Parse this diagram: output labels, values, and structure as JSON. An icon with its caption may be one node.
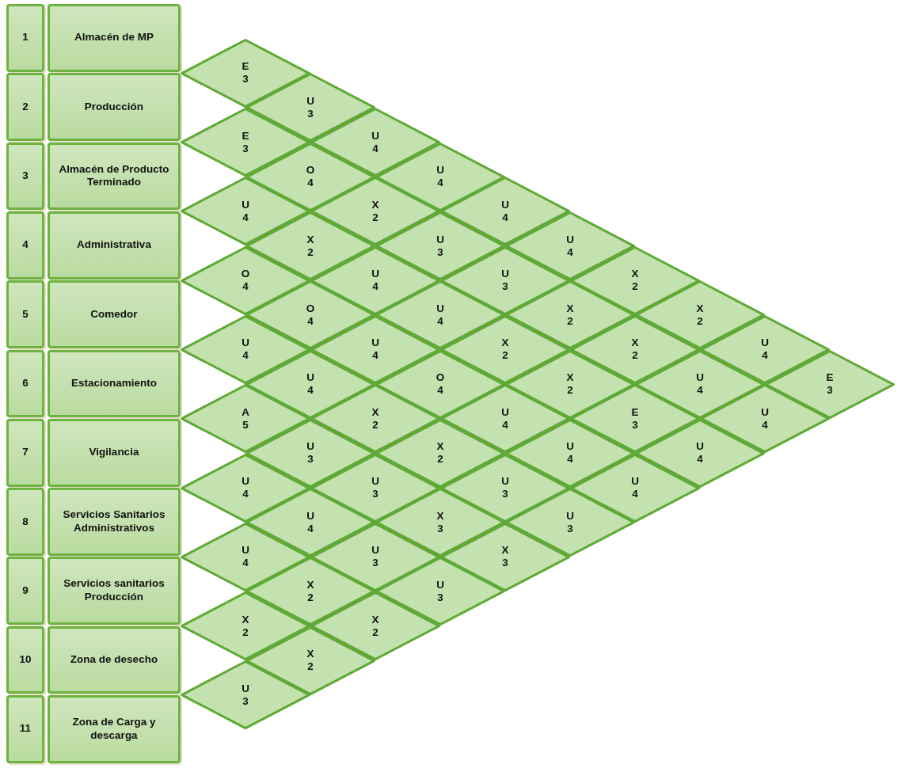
{
  "diagram": {
    "nodes": [
      {
        "text": [
          "1"
        ]
      },
      {
        "text": [
          "Almacén de MP"
        ]
      },
      {
        "text": [
          "2"
        ]
      },
      {
        "text": [
          "Producción"
        ]
      },
      {
        "text": [
          "3"
        ]
      },
      {
        "text": [
          "Almacén de Producto Terminado"
        ]
      },
      {
        "text": [
          "4"
        ]
      },
      {
        "text": [
          "Administrativa"
        ]
      },
      {
        "text": [
          "5"
        ]
      },
      {
        "text": [
          "Comedor"
        ]
      },
      {
        "text": [
          "6"
        ]
      },
      {
        "text": [
          "Estacionamiento"
        ]
      },
      {
        "text": [
          "7"
        ]
      },
      {
        "text": [
          "Vigilancia"
        ]
      },
      {
        "text": [
          "8"
        ]
      },
      {
        "text": [
          "Servicios Sanitarios Administrativos"
        ]
      },
      {
        "text": [
          "9"
        ]
      },
      {
        "text": [
          "Servicios sanitarios Producción"
        ]
      },
      {
        "text": [
          "10"
        ]
      },
      {
        "text": [
          "Zona de desecho"
        ]
      },
      {
        "text": [
          "11"
        ]
      },
      {
        "text": [
          "Zona de Carga y descarga"
        ]
      },
      {
        "text": [
          "E",
          "3"
        ]
      },
      {
        "text": [
          "U",
          "3"
        ]
      },
      {
        "text": [
          "E",
          "3"
        ]
      },
      {
        "text": [
          "U",
          "4"
        ]
      },
      {
        "text": [
          "O",
          "4"
        ]
      },
      {
        "text": [
          "U",
          "4"
        ]
      },
      {
        "text": [
          "U",
          "4"
        ]
      },
      {
        "text": [
          "X",
          "2"
        ]
      },
      {
        "text": [
          "U",
          "4"
        ]
      },
      {
        "text": [
          "X",
          "2"
        ]
      },
      {
        "text": [
          "U",
          "3"
        ]
      },
      {
        "text": [
          "U",
          "4"
        ]
      },
      {
        "text": [
          "O",
          "4"
        ]
      },
      {
        "text": [
          "U",
          "4"
        ]
      },
      {
        "text": [
          "U",
          "3"
        ]
      },
      {
        "text": [
          "X",
          "2"
        ]
      },
      {
        "text": [
          "O",
          "4"
        ]
      },
      {
        "text": [
          "U",
          "4"
        ]
      },
      {
        "text": [
          "X",
          "2"
        ]
      },
      {
        "text": [
          "X",
          "2"
        ]
      },
      {
        "text": [
          "U",
          "4"
        ]
      },
      {
        "text": [
          "U",
          "4"
        ]
      },
      {
        "text": [
          "X",
          "2"
        ]
      },
      {
        "text": [
          "X",
          "2"
        ]
      },
      {
        "text": [
          "U",
          "4"
        ]
      },
      {
        "text": [
          "U",
          "4"
        ]
      },
      {
        "text": [
          "O",
          "4"
        ]
      },
      {
        "text": [
          "X",
          "2"
        ]
      },
      {
        "text": [
          "U",
          "4"
        ]
      },
      {
        "text": [
          "E",
          "3"
        ]
      },
      {
        "text": [
          "A",
          "5"
        ]
      },
      {
        "text": [
          "X",
          "2"
        ]
      },
      {
        "text": [
          "U",
          "4"
        ]
      },
      {
        "text": [
          "E",
          "3"
        ]
      },
      {
        "text": [
          "U",
          "4"
        ]
      },
      {
        "text": [
          "U",
          "3"
        ]
      },
      {
        "text": [
          "X",
          "2"
        ]
      },
      {
        "text": [
          "U",
          "4"
        ]
      },
      {
        "text": [
          "U",
          "4"
        ]
      },
      {
        "text": [
          "U",
          "4"
        ]
      },
      {
        "text": [
          "U",
          "3"
        ]
      },
      {
        "text": [
          "U",
          "3"
        ]
      },
      {
        "text": [
          "U",
          "4"
        ]
      },
      {
        "text": [
          "U",
          "4"
        ]
      },
      {
        "text": [
          "X",
          "3"
        ]
      },
      {
        "text": [
          "U",
          "3"
        ]
      },
      {
        "text": [
          "U",
          "4"
        ]
      },
      {
        "text": [
          "U",
          "3"
        ]
      },
      {
        "text": [
          "X",
          "3"
        ]
      },
      {
        "text": [
          "X",
          "2"
        ]
      },
      {
        "text": [
          "U",
          "3"
        ]
      },
      {
        "text": [
          "X",
          "2"
        ]
      },
      {
        "text": [
          "X",
          "2"
        ]
      },
      {
        "text": [
          "X",
          "2"
        ]
      },
      {
        "text": [
          "U",
          "3"
        ]
      }
    ]
  }
}
